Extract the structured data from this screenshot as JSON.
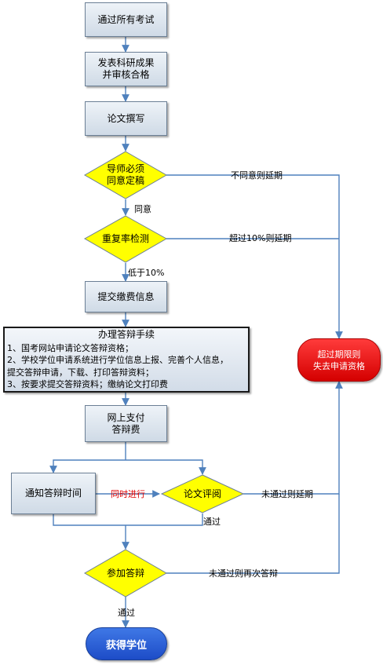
{
  "steps": {
    "pass_exams": "通过所有考试",
    "publish_research": "发表科研成果\n并审核合格",
    "write_thesis": "论文撰写",
    "submit_fee_info": "提交缴费信息",
    "online_payment": "网上支付\n答辩费",
    "notify_time": "通知答辩时间"
  },
  "decisions": {
    "advisor_approval": "导师必须\n同意定稿",
    "plagiarism_check": "重复率检测",
    "thesis_review": "论文评阅",
    "attend_defense": "参加答辩"
  },
  "procedures": {
    "title": "办理答辩手续",
    "lines": [
      "1、国考网站申请论文答辩资格；",
      "2、学校学位申请系统进行学位信息上报、完善个人信息，",
      "提交答辩申请，下载、打印答辩资料；",
      "3、按要求提交答辩资料；缴纳论文打印费"
    ]
  },
  "outcomes": {
    "disqualified": "超过期限则\n失去申请资格",
    "degree": "获得学位"
  },
  "edge_labels": {
    "disagree_delay": "不同意则延期",
    "agree": "同意",
    "over10_delay": "超过10%则延期",
    "below10": "低于10%",
    "simultaneous": "同时进行",
    "review_fail_delay": "未通过则延期",
    "review_pass": "通过",
    "defense_fail_redo": "未通过则再次答辩",
    "defense_pass": "通过"
  },
  "colors": {
    "arrow": "#4f81bd",
    "diamond_fill": "#ffff00",
    "box_border": "#6b7f95",
    "disqualified_fill": "#ff0000",
    "degree_fill": "#2b5fd9",
    "simultaneous_text": "#e00000"
  }
}
